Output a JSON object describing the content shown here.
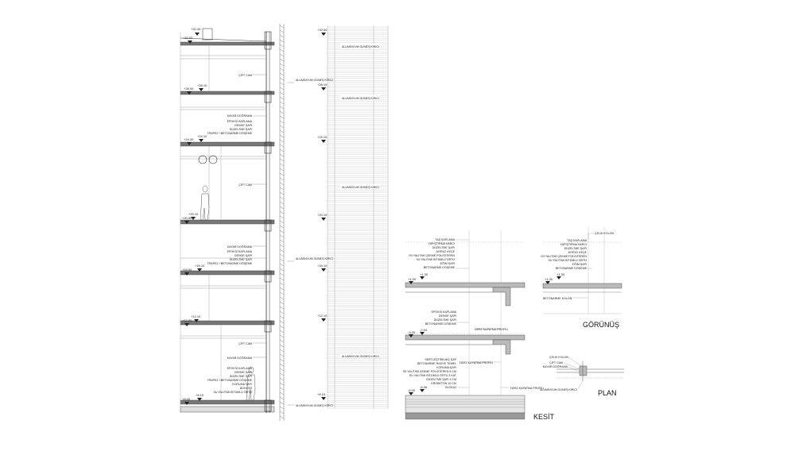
{
  "section": {
    "elevations_left": [
      "+32.40",
      "+32.00",
      "+28.00",
      "+28.10",
      "+24.10",
      "+24.00",
      "+20.10",
      "+20.00",
      "+16.10",
      "+16.00",
      "+12.10",
      "+12.00",
      "+8.10",
      "+8.00"
    ],
    "labels": {
      "cift_cam": "ÇİFT CAM",
      "kayar_dograma": "KAYAR DOĞRAMA",
      "epoksi_kaplama": "EPOKSİ KAPLAMA",
      "denge_sapi": "DENGE ŞAPI",
      "duzeltme_sapi": "DÜZELTME ŞAPI",
      "trapez": "TRAPEZ +BETONARME DÖŞEME",
      "koruma_sapi": "KORUMA ŞAPI",
      "bohlor": "BOHLOR",
      "su_yalitimi_bitumlu": "SU YALITIMI BİTÜMLÜ ÖRTÜ",
      "aluminyum_gunes_kirici": "ALUMİNYUM GÜNEŞ KIRICI"
    }
  },
  "facade": {
    "elevations": [
      "+32.40",
      "+28.10",
      "+24.10",
      "+20.10",
      "+16.10",
      "+12.10",
      "+8.10"
    ],
    "label": "ALUMİNYUM GÜNEŞ KIRICI"
  },
  "kesit_detail": {
    "title": "KESİT",
    "upper_layers": [
      "TAŞ KAPLAMA",
      "YAPIŞTIRMA HARCI",
      "DÜZELTME ŞAPI",
      "AYIRICI KEÇE",
      "ISI YALITIMI ÇEKME POLİSTEREN",
      "SU YALITIMI BİTÜMLÜ ÖRTÜ",
      "EĞİM ŞAPI",
      "BETONARME DÖŞEME"
    ],
    "upper_elevation": "+1.30",
    "upper_elevation2": "+1.00",
    "middle_layers": [
      "EPOKSİ KAPLAMA",
      "DENGE ŞAPI",
      "DÜZELTME ŞAPI",
      "BETONARME DÖŞEME"
    ],
    "middle_elevation": "-3.00",
    "middle_elevation2": "-2.94",
    "derz_kapatma": "DERZ KAPATMA PROFİLİ",
    "lower_layers": [
      "SERTLEŞTİRİLMİŞ ŞAP",
      "BETONARME RADYE TEMEL",
      "KORUMA ŞAPI",
      "ISI YALITIMI ÇEKME POLİSTEREN 5 CM",
      "SU YALITIMI BİTÜMLÜ ÖRTÜ 3 KAT",
      "DÜZELTME ŞAPI 3 CM",
      "GROBETON 10 CM",
      "BLOKAJ"
    ],
    "lower_elevation": "-6.00",
    "lower_elevation2": "-5.96"
  },
  "gorunus_detail": {
    "title": "GÖRÜNÜŞ",
    "celik_kolon": "ÇELİK KOLON",
    "layers": [
      "TAŞ KAPLAMA",
      "YAPIŞTIRMA HARCI",
      "DÜZELTME ŞAPI",
      "AYIRICI KEÇE",
      "ISI YALITIMI ÇEKME POLİSTEREN",
      "SU YALITIMI BİTÜMLÜ ÖRTÜ",
      "EĞİM ŞAPI",
      "BETONARME DÖŞEME"
    ],
    "elevation": "+1.30",
    "elevation2": "+1.00",
    "betonarme_kolon": "BETONARME KOLON"
  },
  "plan_detail": {
    "title": "PLAN",
    "labels": [
      "ÇELİK KOLON",
      "ÇİFT CAM",
      "KAYAR DOĞRAMA",
      "ALUMİNYUM GÜNEŞ KIRICI"
    ]
  }
}
